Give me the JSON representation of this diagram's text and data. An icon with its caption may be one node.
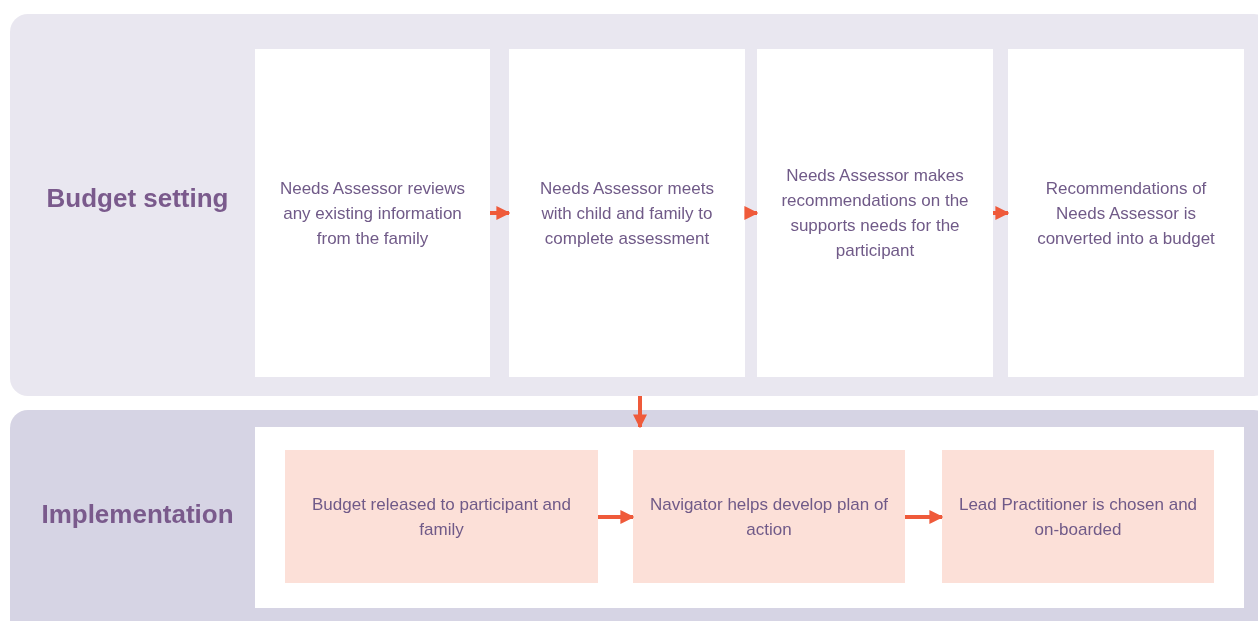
{
  "diagram": {
    "nodes": [
      {
        "text": [
          "Budget setting"
        ]
      },
      {
        "text": [
          "Needs Assessor reviews any existing information from the family"
        ],
        "in": 0
      },
      {
        "text": [
          "Needs Assessor meets with child and family to complete assessment"
        ],
        "in": 0
      },
      {
        "text": [
          "Needs Assessor makes recommendations on the supports needs for the participant"
        ],
        "in": 0
      },
      {
        "text": [
          "Recommendations of Needs Assessor is converted into a budget"
        ],
        "in": 0
      },
      {
        "text": [
          "Implementation"
        ]
      },
      {
        "text": [],
        "shape": "box",
        "in": 5
      },
      {
        "text": [
          "Budget released to participant and family"
        ],
        "in": 6
      },
      {
        "text": [
          "Navigator helps develop plan of action"
        ],
        "in": 6
      },
      {
        "text": [
          "Lead Practitioner is chosen and on-boarded"
        ],
        "in": 6
      }
    ],
    "edges": [
      {
        "from": 1,
        "to": 2,
        "arrow": "to"
      },
      {
        "from": 2,
        "to": 3,
        "arrow": "to"
      },
      {
        "from": 3,
        "to": 4,
        "arrow": "to"
      },
      {
        "from": 0,
        "to": 6,
        "arrow": "to"
      },
      {
        "from": 7,
        "to": 8,
        "arrow": "to"
      },
      {
        "from": 8,
        "to": 9,
        "arrow": "to"
      }
    ]
  }
}
